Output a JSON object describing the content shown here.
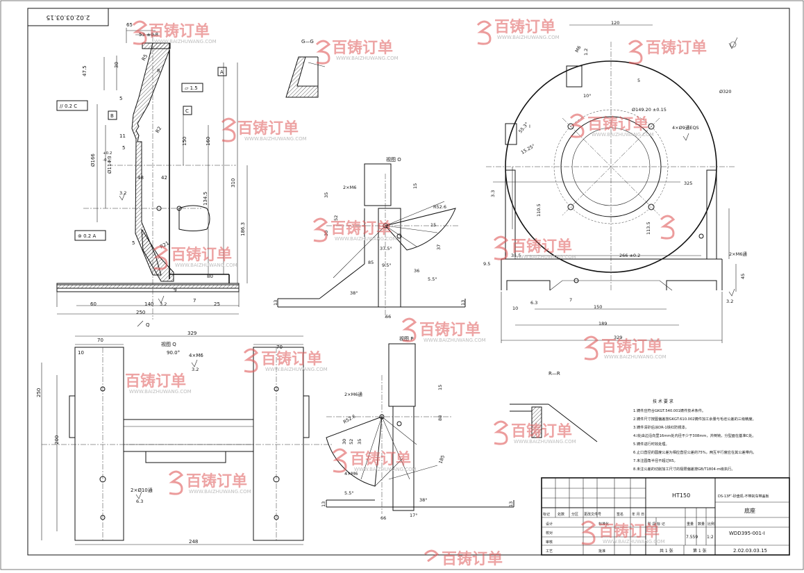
{
  "drawing_number_stamp": "2.02.03.03.15",
  "watermark": {
    "brand": "百铸订单",
    "url": "WWW.BAIZHUWANG.COM"
  },
  "views": {
    "g_label": "G—G",
    "view_o": "视图 O",
    "view_p": "视图 P",
    "view_q": "视图 Q",
    "view_q_angle": "90.0°",
    "r_label": "R—R",
    "q_mark": "Q"
  },
  "dims": {
    "front": [
      "65",
      "53 ±0.8",
      "47.5",
      "30",
      "8",
      "5",
      "11",
      "5",
      "5",
      "48",
      "42",
      "9",
      "7",
      "60",
      "140",
      "25",
      "250",
      "80",
      "134.5",
      "160",
      "150",
      "310",
      "186.3",
      "Ø166",
      "Ø114.3",
      "R5",
      "R2",
      "R21"
    ],
    "front_tol": [
      "+0.2",
      "-0.1"
    ],
    "tol_frames": [
      "// 0.2 C",
      "⊚ 0.2 A",
      "▱ 1.5"
    ],
    "datums": [
      "A",
      "B",
      "C"
    ],
    "roughness": [
      "3.2",
      "3.2",
      "3.2",
      "6.3"
    ],
    "view_o": [
      "2×M6",
      "15",
      "35",
      "52",
      "30",
      "37",
      "R52.6",
      "37.5°",
      "9.5°",
      "36",
      "5.5°",
      "38°",
      "66",
      "13",
      "13",
      "15",
      "85"
    ],
    "top": [
      "329",
      "70",
      "70",
      "10",
      "250",
      "200",
      "248",
      "4×M6",
      "2×Ø10通"
    ],
    "view_p": [
      "2×M6通",
      "R52.6",
      "30",
      "52",
      "35",
      "88",
      "15",
      "5.5°",
      "38°",
      "17°",
      "66",
      "13",
      "13",
      "4×M6",
      "185"
    ],
    "right": [
      "120",
      "M6",
      "1.2",
      "5",
      "10°",
      "Ø320",
      "Ø149.20 ±0.15",
      "4×Ø9通EQS",
      "55.3°",
      "15.25°",
      "325",
      "110.5",
      "3.3",
      "113.5",
      "9.5",
      "31.5",
      "266 ±0.2",
      "150",
      "189",
      "329",
      "2×M6通",
      "6.3",
      "10",
      "7",
      "45",
      "I"
    ]
  },
  "tech_notes": {
    "title": "技 术 要 求",
    "items": [
      "1.铸件应符合GKGT.540.001铸件技术条件。",
      "2.铸件尺寸按图偏差按GKGT.610.002铸件加工余量与毛坯公差的三级精度。",
      "3.铸件清砂后涂DR-1铁红防锈漆。",
      "4.Ⅰ处由边沿向里16mm处内径不少于308mm，并倒钝，分型面在基准C处。",
      "5.铸件进行时效处理。",
      "6.止口直径的圆度公差为相应直径公差的75%，两互平行度应在其公差带内。",
      "7.未注圆角半径不超过R5。",
      "8.未注公差的切削加工尺寸的极限偏差按GB/T1804-m级执行。"
    ]
  },
  "title_block": {
    "material": "HT150",
    "product_name": "DS-13F″-砂盘机-不带刹车带盖板",
    "part_name": "底座",
    "drawing_no": "WDD395-001-Ⅰ",
    "weight": "7.559",
    "scale": "1:2",
    "sheet_total": "共 1 张",
    "sheet_no": "第 1 张",
    "doc_no": "2.02.03.03.15",
    "rev_headers": [
      "标记",
      "处数",
      "分区",
      "更改文件号",
      "签名",
      "年 月 日"
    ],
    "row_labels": [
      "设计",
      "校对",
      "审核",
      "工艺"
    ],
    "row_labels_mid": [
      "标准化",
      "批准"
    ],
    "stage_headers": [
      "阶 段 标 记",
      "重量",
      "数量",
      "比例"
    ]
  }
}
